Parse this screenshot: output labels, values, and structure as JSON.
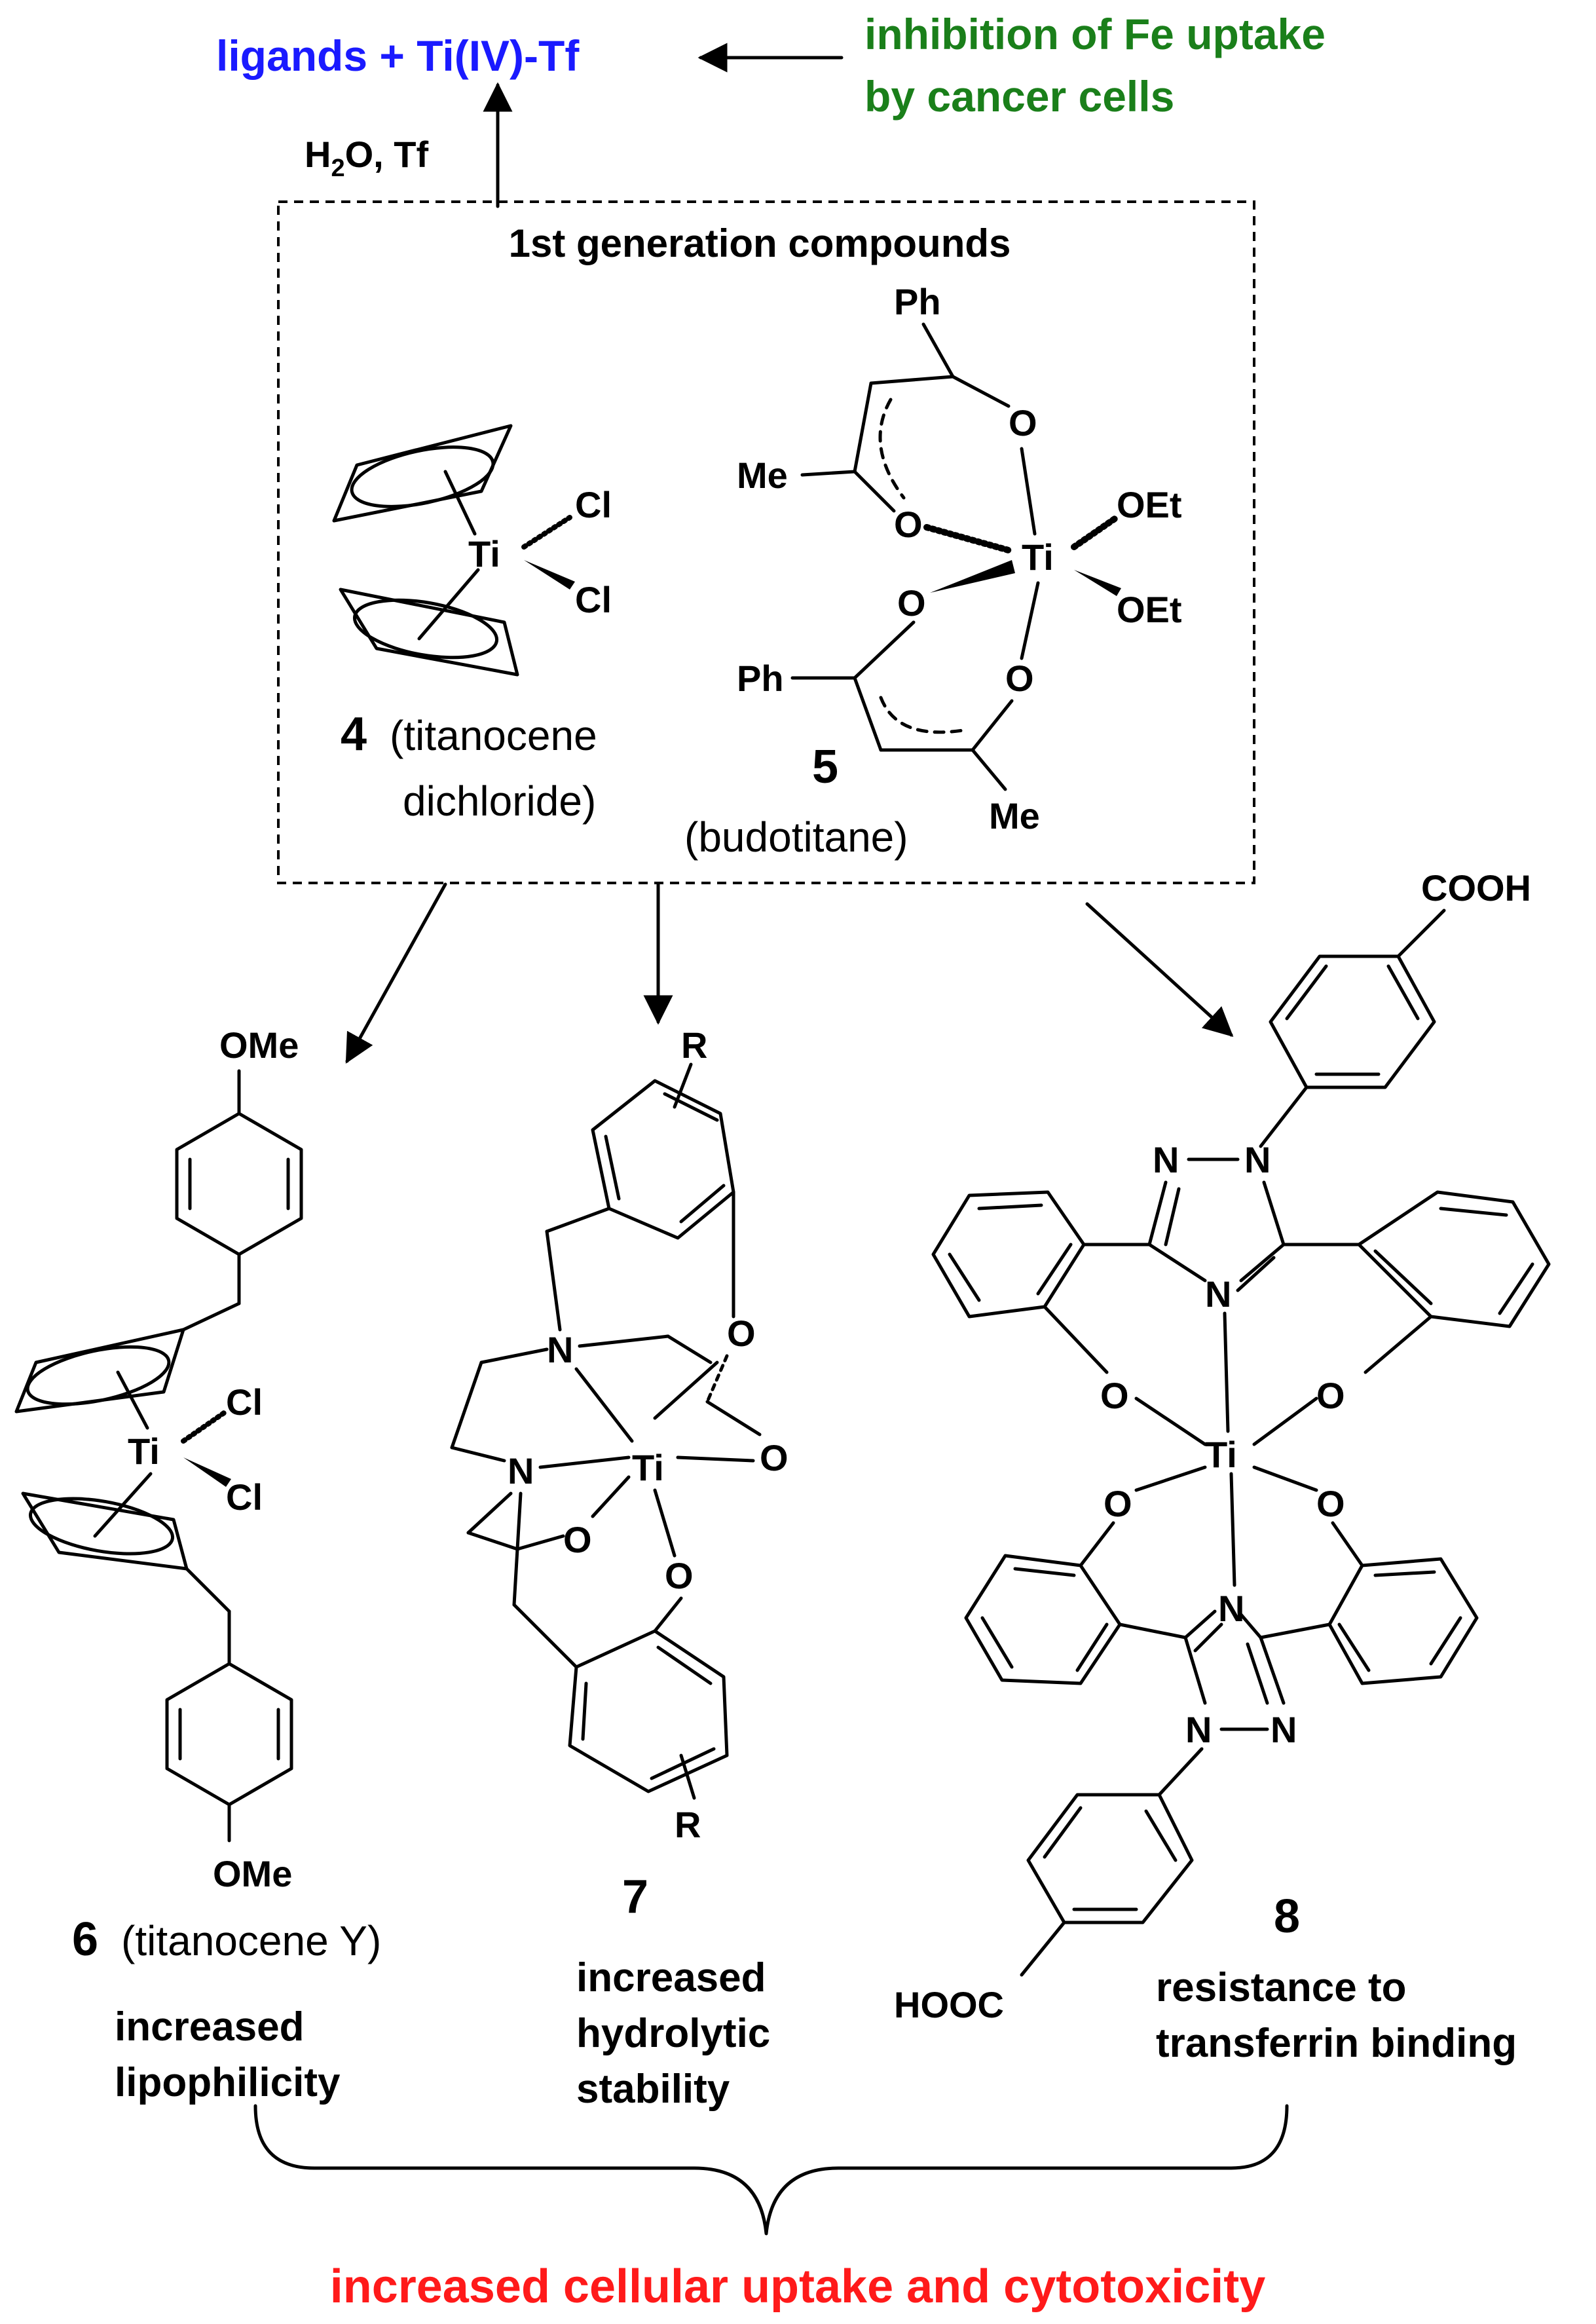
{
  "header": {
    "product": "ligands + Ti(IV)-Tf",
    "inhibition_line1": "inhibition of Fe uptake",
    "inhibition_line2": "by cancer cells",
    "reagent_h": "H",
    "reagent_sub": "2",
    "reagent_rest": "O, Tf"
  },
  "first_gen": {
    "title": "1st generation compounds",
    "compound4": {
      "number": "4",
      "name_line1": "(titanocene",
      "name_line2": "dichloride)"
    },
    "compound5": {
      "number": "5",
      "name": "(budotitane)"
    }
  },
  "derivatives": {
    "compound6": {
      "number": "6",
      "name": "(titanocene Y)",
      "note_line1": "increased",
      "note_line2": "lipophilicity"
    },
    "compound7": {
      "number": "7",
      "note_line1": "increased",
      "note_line2": "hydrolytic",
      "note_line3": "stability"
    },
    "compound8": {
      "number": "8",
      "note_line1": "resistance to",
      "note_line2": "transferrin binding"
    }
  },
  "conclusion": "increased cellular uptake and cytotoxicity",
  "atoms": {
    "ti": "Ti",
    "cl": "Cl",
    "o": "O",
    "n": "N",
    "r": "R",
    "oet": "OEt",
    "me": "Me",
    "ph": "Ph",
    "ome": "OMe",
    "cooh": "COOH",
    "hooc": "HOOC"
  },
  "colors": {
    "product": "#1a1aff",
    "inhibition": "#1a7f1a",
    "conclusion": "#ff1a1a",
    "structure": "#000000"
  }
}
